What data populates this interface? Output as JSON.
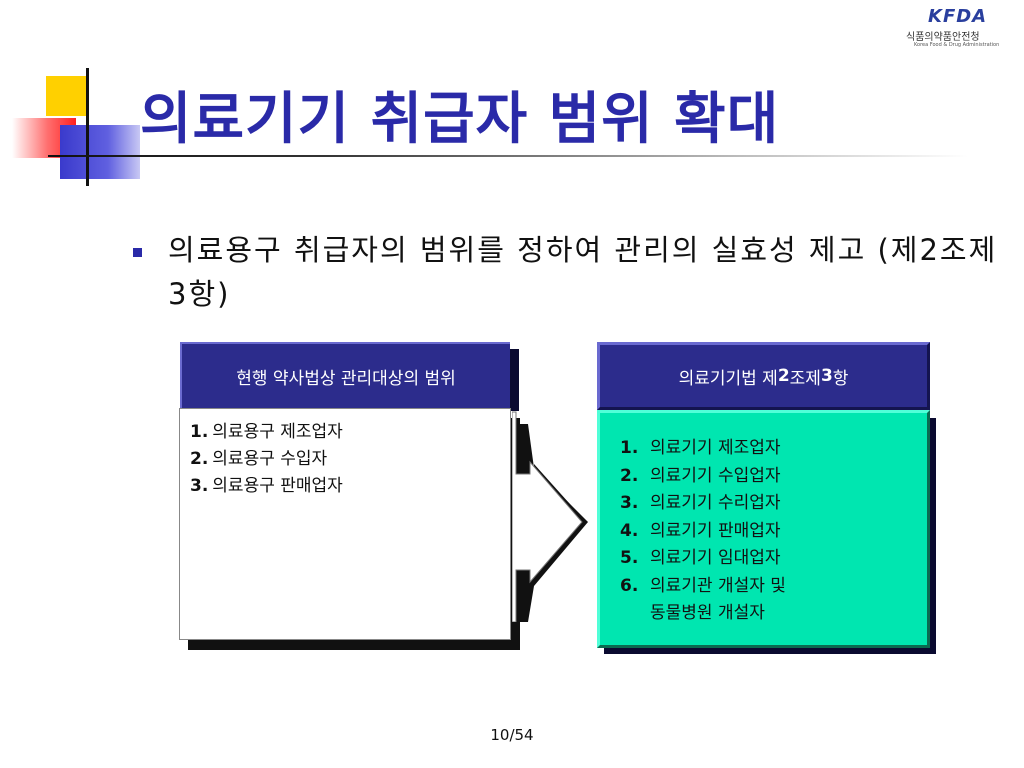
{
  "logo": {
    "mark": "KFDA",
    "korean": "식품의약품안전청",
    "english": "Korea Food & Drug Administration"
  },
  "title": "의료기기 취급자 범위 확대",
  "bullet": "의료용구 취급자의 범위를 정하여 관리의 실효성 제고 (제2조제3항)",
  "left_panel": {
    "header": "현행 약사법상 관리대상의 범위",
    "items": [
      {
        "num": "1.",
        "text": "의료용구 제조업자"
      },
      {
        "num": "2.",
        "text": "의료용구 수입자"
      },
      {
        "num": "3.",
        "text": "의료용구 판매업자"
      }
    ]
  },
  "right_panel": {
    "header_pre": "의료기기법 제",
    "header_n1": "2",
    "header_mid": "조제",
    "header_n2": "3",
    "header_post": "항",
    "items": [
      {
        "num": "1.",
        "text": "의료기기 제조업자"
      },
      {
        "num": "2.",
        "text": "의료기기 수입업자"
      },
      {
        "num": "3.",
        "text": "의료기기 수리업자"
      },
      {
        "num": "4.",
        "text": "의료기기 판매업자"
      },
      {
        "num": "5.",
        "text": "의료기기 임대업자"
      },
      {
        "num": "6.",
        "text": "의료기관 개설자 및"
      },
      {
        "num": "",
        "text": "동물병원 개설자"
      }
    ]
  },
  "page": "10/54",
  "colors": {
    "title": "#2a2aa8",
    "header_bg": "#2c2c8c",
    "right_body_bg": "#00e6b0"
  }
}
